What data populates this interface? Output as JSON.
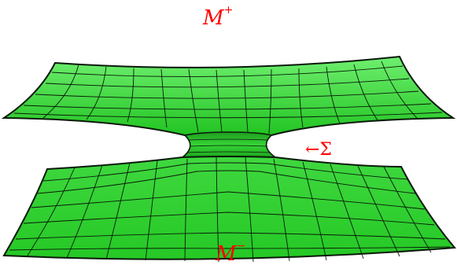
{
  "labels": {
    "upper_symbol": "M",
    "upper_sign": "+",
    "lower_symbol": "M",
    "lower_sign": "−",
    "throat": "←Σ"
  },
  "colors": {
    "surface_fill": "#2ecc2e",
    "surface_light": "#5fe85f",
    "mesh_line": "#0a1a0a",
    "label": "#ff0000"
  }
}
